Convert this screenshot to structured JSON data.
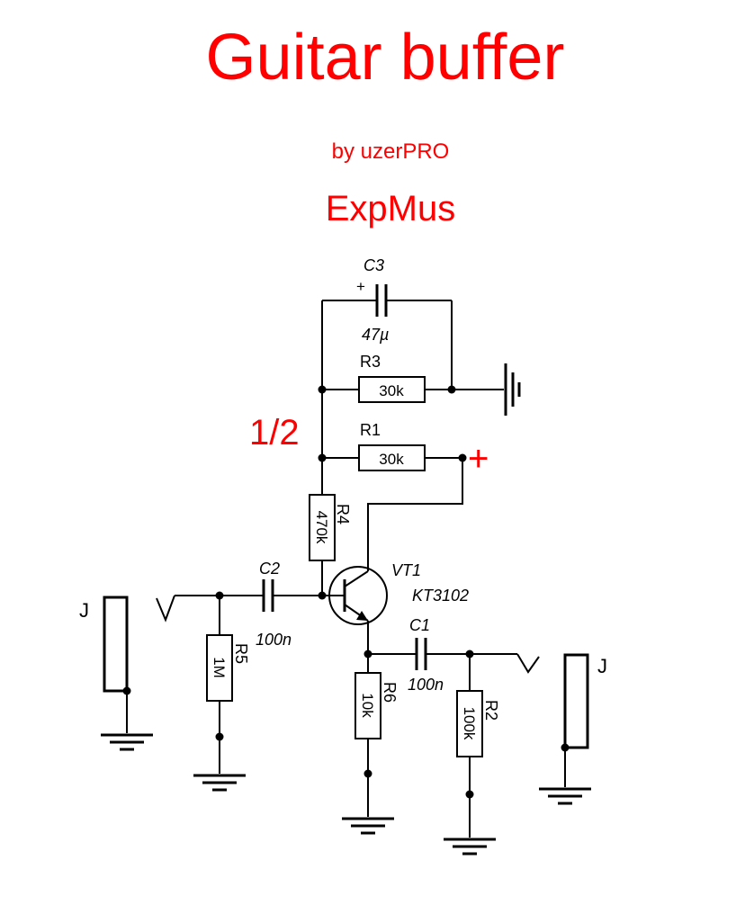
{
  "header": {
    "title": "Guitar buffer",
    "byline": "by uzerPRO",
    "brand": "ExpMus",
    "stage": "1/2"
  },
  "colors": {
    "accent": "#ff0000",
    "wire": "#000000",
    "background": "#ffffff"
  },
  "components": {
    "c3": {
      "ref": "C3",
      "value": "47µ",
      "polarity": "+"
    },
    "r3": {
      "ref": "R3",
      "value": "30k"
    },
    "r1": {
      "ref": "R1",
      "value": "30k"
    },
    "supply": {
      "symbol": "+"
    },
    "r4": {
      "ref": "R4",
      "value": "470k"
    },
    "vt1": {
      "ref": "VT1",
      "part": "KT3102"
    },
    "c2": {
      "ref": "C2",
      "value": "100n"
    },
    "r5": {
      "ref": "R5",
      "value": "1M"
    },
    "c1": {
      "ref": "C1",
      "value": "100n"
    },
    "r6": {
      "ref": "R6",
      "value": "10k"
    },
    "r2": {
      "ref": "R2",
      "value": "100k"
    },
    "jack_in": {
      "label": "J"
    },
    "jack_out": {
      "label": "J"
    }
  }
}
